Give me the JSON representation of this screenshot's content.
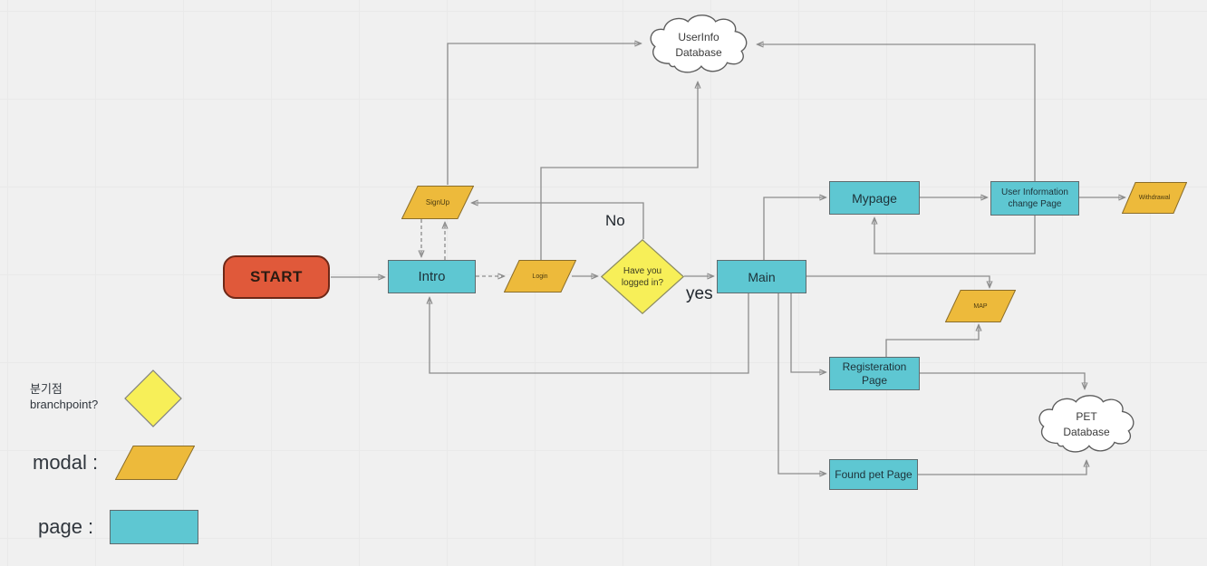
{
  "diagram": {
    "nodes": {
      "start": "START",
      "intro": "Intro",
      "signup": "SignUp",
      "login": "Login",
      "decision": "Have you logged in?",
      "main": "Main",
      "mypage": "Mypage",
      "user_info_change": "User Information change Page",
      "withdrawal": "Withdrawal",
      "map": "MAP",
      "registration": "Registeration Page",
      "found_pet": "Found pet Page",
      "userinfo_db": "UserInfo Database",
      "pet_db": "PET Database"
    },
    "edge_labels": {
      "no": "No",
      "yes": "yes"
    },
    "legend": {
      "branchpoint_ko": "분기점",
      "branchpoint_en": "branchpoint?",
      "modal": "modal  :",
      "page": "page :"
    },
    "colors": {
      "page_fill": "#5ec7d2",
      "modal_fill": "#edba3b",
      "branchpoint_fill": "#f7ef58",
      "start_fill": "#e0593a",
      "cloud_fill": "#ffffff",
      "connector": "#8c8c8c",
      "canvas_bg": "#f0f0f0"
    }
  }
}
